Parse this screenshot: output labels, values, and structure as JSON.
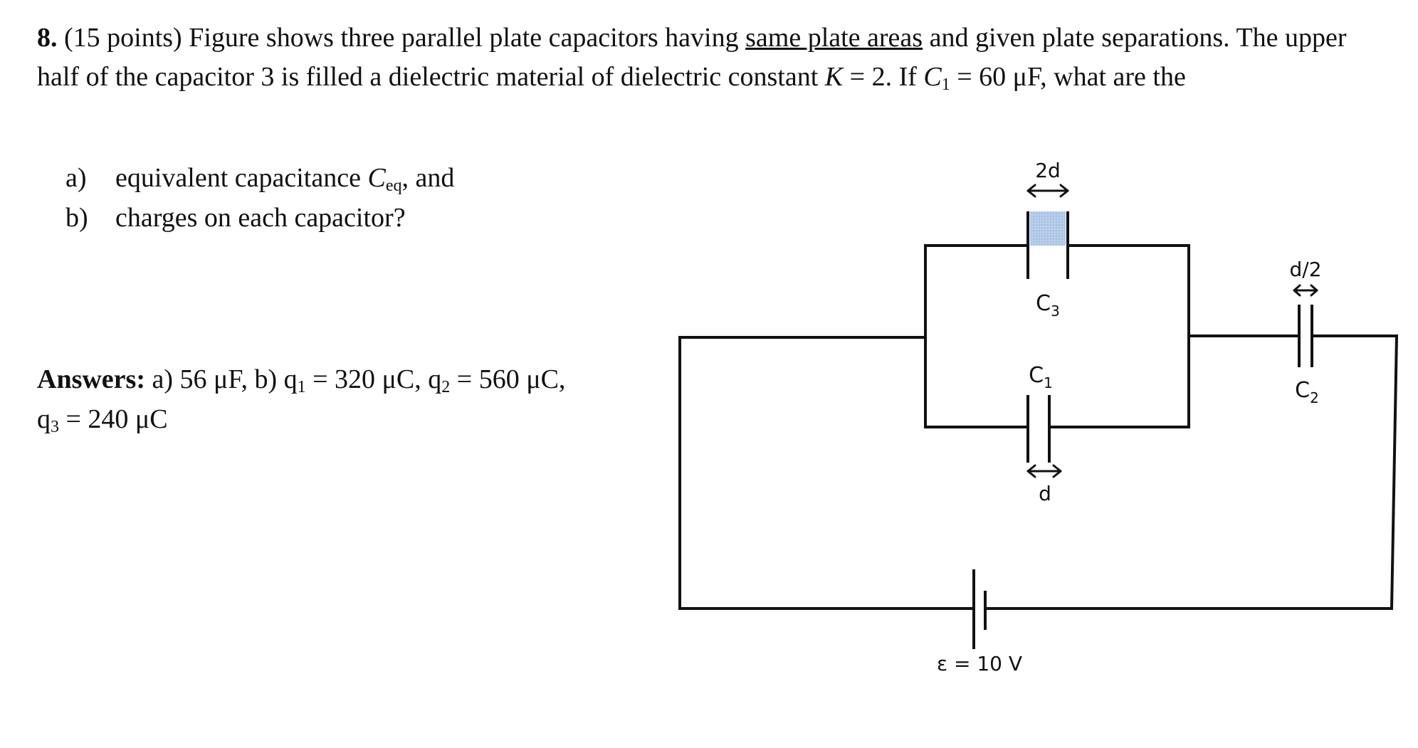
{
  "problem": {
    "number": "8.",
    "text_1": " (15 points) Figure shows three parallel plate capacitors having ",
    "underlined": "same plate areas",
    "text_2": " and given plate separations. The upper half of the capacitor 3 is filled a dielectric material of dielectric constant ",
    "k_symbol": "K",
    "text_3": " = 2. If ",
    "c_symbol": "C",
    "c_sub": "1",
    "text_4": " = 60 μF, what are the"
  },
  "parts": [
    {
      "label": "a)",
      "text": "equivalent capacitance ",
      "sym": "C",
      "sub": "eq",
      "tail": ", and"
    },
    {
      "label": "b)",
      "text": "charges on each capacitor?"
    }
  ],
  "answers": {
    "label": "Answers:",
    "line1": " a) 56 μF, b) q",
    "q1_sub": "1",
    "q1_val": " = 320 μC, q",
    "q2_sub": "2",
    "q2_val": " = 560 μC,",
    "line2": "q",
    "q3_sub": "3",
    "q3_val": " = 240 μC"
  },
  "circuit": {
    "c3_sep": "2d",
    "c3_label": "C",
    "c3_sub": "3",
    "c1_label": "C",
    "c1_sub": "1",
    "c1_sep": "d",
    "c2_sep": "d/2",
    "c2_label": "C",
    "c2_sub": "2",
    "emf": "ε = 10 V",
    "dielectric_color": "#aec6e6"
  }
}
